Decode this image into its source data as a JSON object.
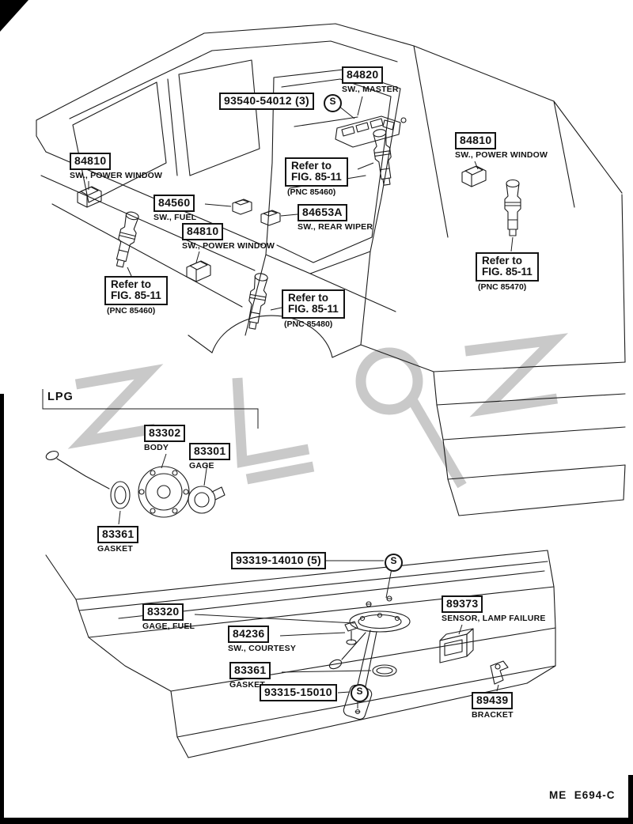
{
  "doc": {
    "footer_code": "ME  E694-C"
  },
  "symbols": {
    "screw": "S"
  },
  "labels": {
    "screw_93540": {
      "part": "93540-54012 (3)"
    },
    "sw_master": {
      "part": "84820",
      "desc": "SW., MASTER"
    },
    "sw_power_window_top_right": {
      "part": "84810",
      "desc": "SW., POWER WINDOW"
    },
    "sw_power_window_left": {
      "part": "84810",
      "desc": "SW., POWER WINDOW"
    },
    "sw_power_window_center": {
      "part": "84810",
      "desc": "SW., POWER WINDOW"
    },
    "sw_fuel": {
      "part": "84560",
      "desc": "SW., FUEL"
    },
    "sw_rear_wiper": {
      "part": "84653A",
      "desc": "SW., REAR WIPER"
    },
    "refer_center": {
      "line1": "Refer to",
      "line2": "FIG. 85-11",
      "pnc": "(PNC 85460)"
    },
    "refer_right": {
      "line1": "Refer to",
      "line2": "FIG. 85-11",
      "pnc": "(PNC 85470)"
    },
    "refer_left": {
      "line1": "Refer to",
      "line2": "FIG. 85-11",
      "pnc": "(PNC 85460)"
    },
    "refer_center_lower": {
      "line1": "Refer to",
      "line2": "FIG. 85-11",
      "pnc": "(PNC 85480)"
    },
    "lpg": {
      "text": "LPG"
    },
    "body": {
      "part": "83302",
      "desc": "BODY"
    },
    "gage": {
      "part": "83301",
      "desc": "GAGE"
    },
    "gasket_upper": {
      "part": "83361",
      "desc": "GASKET"
    },
    "screw_93319": {
      "part": "93319-14010 (5)"
    },
    "gage_fuel": {
      "part": "83320",
      "desc": "GAGE, FUEL"
    },
    "sw_courtesy": {
      "part": "84236",
      "desc": "SW., COURTESY"
    },
    "sensor_lamp_failure": {
      "part": "89373",
      "desc": "SENSOR, LAMP FAILURE"
    },
    "gasket_lower": {
      "part": "83361",
      "desc": "GASKET"
    },
    "screw_93315": {
      "part": "93315-15010"
    },
    "bracket": {
      "part": "89439",
      "desc": "BRACKET"
    }
  }
}
